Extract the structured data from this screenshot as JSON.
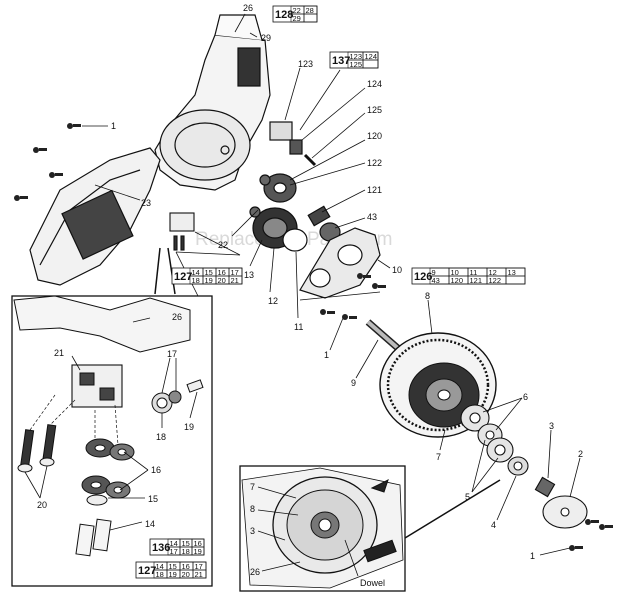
{
  "watermark": "ReplacementParts.com",
  "callouts": {
    "c26_top": "26",
    "c29": "29",
    "c1_left": "1",
    "c123": "123",
    "c124": "124",
    "c125": "125",
    "c120": "120",
    "c122": "122",
    "c121": "121",
    "c43": "43",
    "c10": "10",
    "c23": "23",
    "c22": "22",
    "c13": "13",
    "c12": "12",
    "c11": "11",
    "c8": "8",
    "c1_mid": "1",
    "c9": "9",
    "c6": "6",
    "c3": "3",
    "c2": "2",
    "c7": "7",
    "c5": "5",
    "c4": "4",
    "c1_bottom": "1",
    "inset_26": "26",
    "inset_21": "21",
    "inset_17": "17",
    "inset_18": "18",
    "inset_19": "19",
    "inset_16": "16",
    "inset_20": "20",
    "inset_15": "15",
    "inset_14": "14",
    "detail_7": "7",
    "detail_8": "8",
    "detail_3": "3",
    "detail_26": "26",
    "detail_dowel": "Dowel"
  },
  "group_tables": {
    "g128": {
      "main": "128",
      "cells": [
        "22",
        "28",
        "29",
        ""
      ]
    },
    "g137": {
      "main": "137",
      "cells": [
        "123",
        "124",
        "125",
        ""
      ]
    },
    "g126": {
      "main": "126",
      "cells": [
        "9",
        "10",
        "11",
        "12",
        "13",
        "43",
        "120",
        "121",
        "122",
        ""
      ]
    },
    "g127_top": {
      "main": "127",
      "cells": [
        "14",
        "15",
        "16",
        "17",
        "18",
        "19",
        "20",
        "21"
      ]
    },
    "g136": {
      "main": "136",
      "cells": [
        "14",
        "15",
        "16",
        "17",
        "18",
        "19"
      ]
    },
    "g127_bottom": {
      "main": "127",
      "cells": [
        "14",
        "15",
        "16",
        "17",
        "18",
        "19",
        "20",
        "21"
      ]
    }
  }
}
